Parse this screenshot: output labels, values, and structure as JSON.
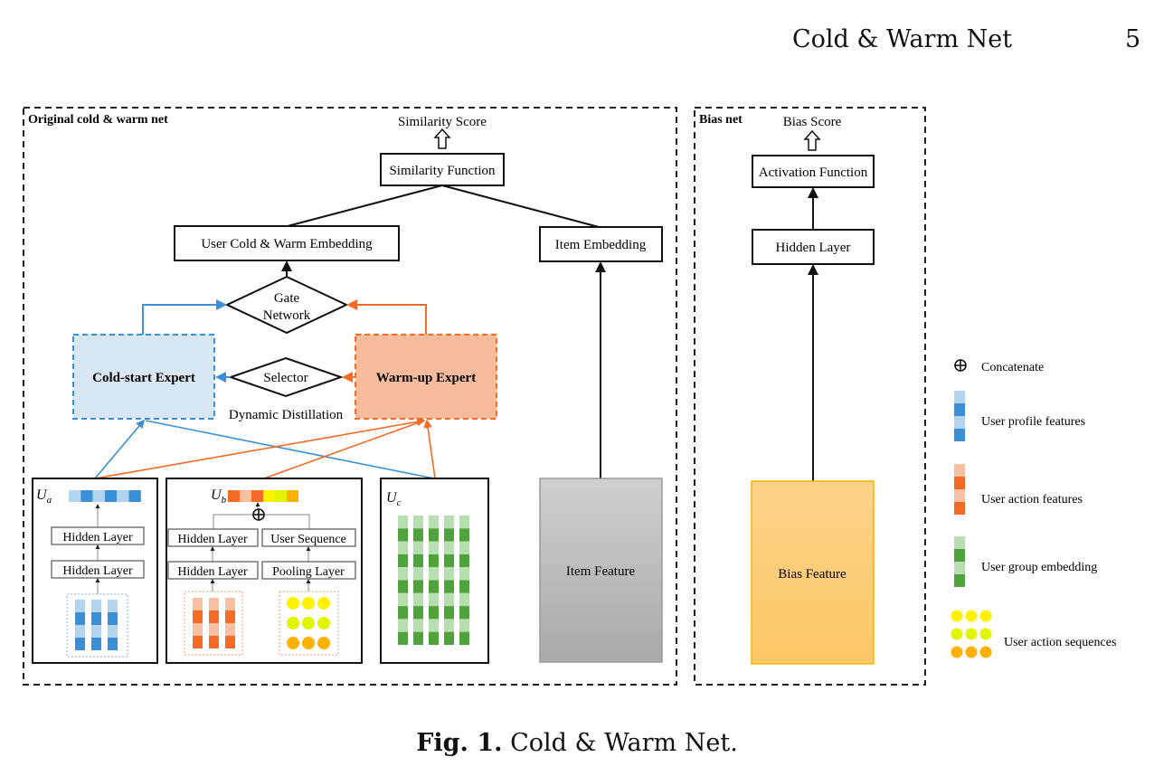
{
  "header": {
    "running_title": "Cold & Warm Net",
    "page_number": "5"
  },
  "caption": {
    "label": "Fig. 1.",
    "text": "Cold & Warm Net."
  },
  "colors": {
    "blue_dark": "#3a8fd6",
    "blue_light": "#b3d4ee",
    "orange_dark": "#f56a24",
    "orange_light": "#f9bfa2",
    "green_dark": "#4fa23c",
    "green_light": "#b8ddb0",
    "yellow": "#fff200",
    "lime": "#e1f500",
    "amber": "#ffb000",
    "cold_expert_fill": "#d8e7f5",
    "warm_expert_fill": "#f8bb9c",
    "bias_feature_fill": "#fdd07c",
    "item_feature_fill": "#c4c4c4"
  },
  "original_net": {
    "title": "Original cold & warm net",
    "similarity_score": "Similarity Score",
    "similarity_function": "Similarity Function",
    "user_embedding": "User Cold & Warm Embedding",
    "item_embedding": "Item Embedding",
    "gate_network_line1": "Gate",
    "gate_network_line2": "Network",
    "cold_expert": "Cold-start Expert",
    "warm_expert": "Warm-up Expert",
    "selector": "Selector",
    "dynamic_distillation": "Dynamic Distillation",
    "item_feature": "Item Feature",
    "ua": {
      "label": "U",
      "sub": "a",
      "hidden1": "Hidden Layer",
      "hidden2": "Hidden Layer"
    },
    "ub": {
      "label": "U",
      "sub": "b",
      "hidden1": "Hidden Layer",
      "hidden2": "Hidden Layer",
      "user_sequence": "User Sequence",
      "pooling": "Pooling Layer"
    },
    "uc": {
      "label": "U",
      "sub": "c"
    }
  },
  "bias_net": {
    "title": "Bias net",
    "bias_score": "Bias Score",
    "activation": "Activation Function",
    "hidden": "Hidden Layer",
    "bias_feature": "Bias Feature"
  },
  "legend": {
    "concatenate_symbol": "⊕",
    "concatenate": "Concatenate",
    "profile": "User profile features",
    "action": "User action features",
    "group": "User group embedding",
    "sequences": "User action sequences"
  }
}
